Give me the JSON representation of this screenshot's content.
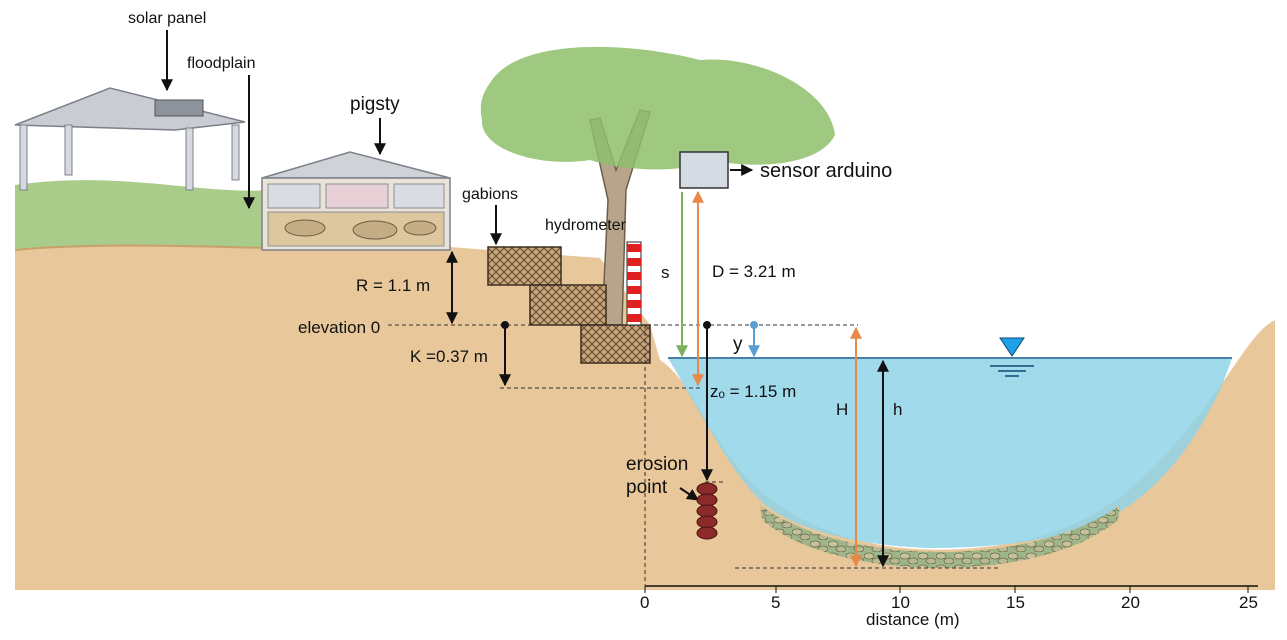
{
  "labels": {
    "solar_panel": "solar panel",
    "floodplain": "floodplain",
    "pigsty": "pigsty",
    "gabions": "gabions",
    "hydrometer": "hydrometer",
    "sensor_arduino": "sensor arduino",
    "s": "s",
    "D": "D = 3.21 m",
    "R": "R = 1.1 m",
    "elevation0": "elevation 0",
    "K": "K =0.37 m",
    "y": "y",
    "zo": "zₒ = 1.15 m",
    "H": "H",
    "h": "h",
    "erosion1": "erosion",
    "erosion2": "point"
  },
  "axis": {
    "label": "distance (m)",
    "ticks": [
      "0",
      "5",
      "10",
      "15",
      "20",
      "25"
    ]
  },
  "colors": {
    "soil": "#e8c79a",
    "water": "#8fd3e8",
    "grass": "#a9cc8a",
    "green_arrow": "#7cb15a",
    "orange_arrow": "#e8894a",
    "blue_marker": "#5a9fd4",
    "water_triangle": "#1ea0e6",
    "erosion": "#8a2a2a"
  }
}
